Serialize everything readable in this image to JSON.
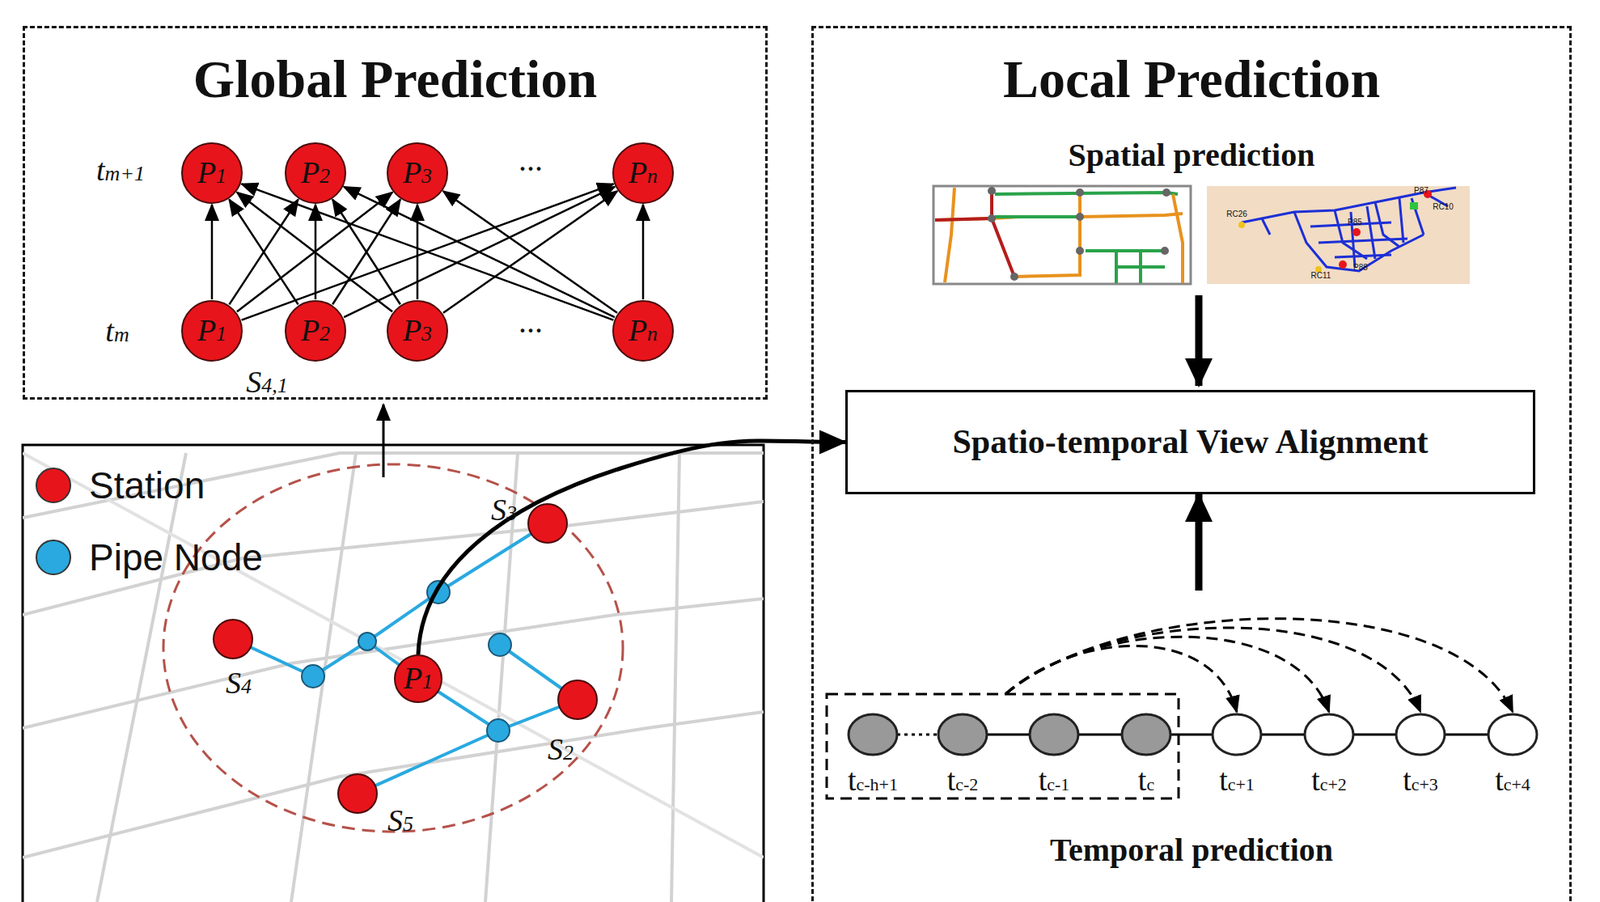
{
  "diagram": {
    "nodes": [
      {
        "text": [
          "Global Prediction"
        ]
      },
      {
        "text": [
          "P1"
        ],
        "in": 0
      },
      {
        "text": [
          "P2"
        ],
        "in": 0
      },
      {
        "text": [
          "P3"
        ],
        "in": 0
      },
      {
        "text": [
          "Pn"
        ],
        "in": 0
      },
      {
        "text": [
          "P1"
        ],
        "in": 0
      },
      {
        "text": [
          "P2"
        ],
        "in": 0
      },
      {
        "text": [
          "P3"
        ],
        "in": 0
      },
      {
        "text": [
          "Pn"
        ],
        "in": 0
      },
      {
        "text": [
          "S3"
        ]
      },
      {
        "text": [
          "S4"
        ]
      },
      {
        "text": [
          "P1"
        ]
      },
      {
        "text": [
          "S2"
        ]
      },
      {
        "text": [
          "S5"
        ]
      },
      {
        "text": [
          "Local Prediction"
        ]
      },
      {
        "text": [
          "Spatio-temporal View Alignment"
        ],
        "in": 14
      }
    ],
    "edges": [
      {
        "from": 5,
        "to": 1,
        "arrow": "to"
      },
      {
        "from": 5,
        "to": 2,
        "arrow": "to"
      },
      {
        "from": 5,
        "to": 3,
        "arrow": "to"
      },
      {
        "from": 5,
        "to": 4,
        "arrow": "to"
      },
      {
        "from": 6,
        "to": 1,
        "arrow": "to"
      },
      {
        "from": 6,
        "to": 2,
        "arrow": "to"
      },
      {
        "from": 6,
        "to": 3,
        "arrow": "to"
      },
      {
        "from": 6,
        "to": 4,
        "arrow": "to"
      },
      {
        "from": 7,
        "to": 1,
        "arrow": "to"
      },
      {
        "from": 7,
        "to": 2,
        "arrow": "to"
      },
      {
        "from": 7,
        "to": 3,
        "arrow": "to"
      },
      {
        "from": 7,
        "to": 4,
        "arrow": "to"
      },
      {
        "from": 8,
        "to": 1,
        "arrow": "to"
      },
      {
        "from": 8,
        "to": 2,
        "arrow": "to"
      },
      {
        "from": 8,
        "to": 3,
        "arrow": "to"
      },
      {
        "from": 8,
        "to": 4,
        "arrow": "to"
      },
      {
        "from": 11,
        "to": 15,
        "arrow": "to"
      }
    ],
    "labels": [
      "tm+1",
      "tm",
      "...",
      "...",
      "S4,1",
      "Spatial prediction",
      "P87",
      "RC10",
      "RC26",
      "P85",
      "P88",
      "RC11",
      "tc-h+1",
      "tc-2",
      "tc-1",
      "tc",
      "tc+1",
      "tc+2",
      "tc+3",
      "tc+4",
      "Temporal prediction"
    ],
    "legend": [
      {
        "text": "Station",
        "color": "#e8141b"
      },
      {
        "text": "Pipe Node",
        "color": "#29a9e0"
      }
    ]
  }
}
